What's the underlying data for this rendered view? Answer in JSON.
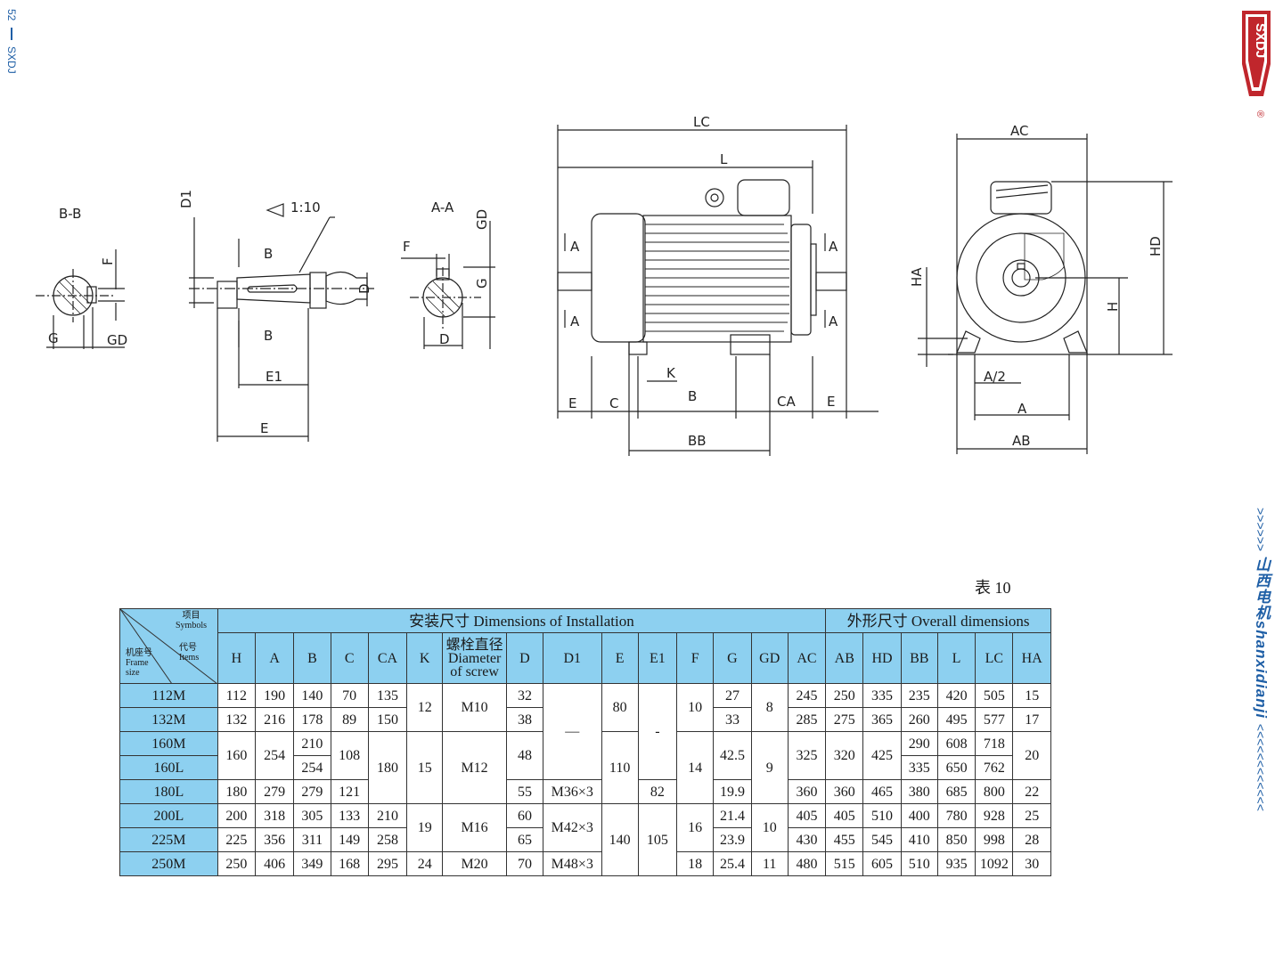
{
  "header": {
    "page_number": "52",
    "brand": "SXDJ"
  },
  "side_text": {
    "arrows_left": ">>>>>>",
    "brand_text": "山西电机shanxidianji",
    "arrows_right": "<<<<<<<<<<<<"
  },
  "logo": {
    "text": "SXDJ",
    "registered": "®",
    "color": "#c0262c"
  },
  "drawing": {
    "labels": {
      "bb_section": "B-B",
      "aa_section": "A-A",
      "taper": "1:10",
      "d1": "D1",
      "f": "F",
      "g": "G",
      "gd": "GD",
      "b": "B",
      "e1": "E1",
      "e": "E",
      "d": "D",
      "lc": "LC",
      "l": "L",
      "a": "A",
      "k": "K",
      "c": "C",
      "bb": "BB",
      "ca": "CA",
      "ac": "AC",
      "hd": "HD",
      "ha": "HA",
      "h": "H",
      "a_half": "A/2",
      "ab": "AB"
    }
  },
  "table": {
    "label": "表 10",
    "corner": {
      "items_cn": "项目",
      "items_en": "Symbols",
      "code_cn": "代号",
      "code_en": "Items",
      "frame_cn": "机座号",
      "frame_en1": "Frame",
      "frame_en2": "size"
    },
    "group_install": "安装尺寸 Dimensions of Installation",
    "group_overall": "外形尺寸 Overall  dimensions",
    "headers": [
      "H",
      "A",
      "B",
      "C",
      "CA",
      "K",
      "螺栓直径 Diameter of screw",
      "D",
      "D1",
      "E",
      "E1",
      "F",
      "G",
      "GD",
      "AC",
      "AB",
      "HD",
      "BB",
      "L",
      "LC",
      "HA"
    ],
    "frames": [
      "112M",
      "132M",
      "160M",
      "160L",
      "180L",
      "200L",
      "225M",
      "250M"
    ],
    "H": [
      "112",
      "132",
      "160",
      "180",
      "200",
      "225",
      "250"
    ],
    "A": [
      "190",
      "216",
      "254",
      "279",
      "318",
      "356",
      "406"
    ],
    "B": [
      "140",
      "178",
      "210",
      "254",
      "279",
      "305",
      "311",
      "349"
    ],
    "C": [
      "70",
      "89",
      "108",
      "121",
      "133",
      "149",
      "168"
    ],
    "CA": [
      "135",
      "150",
      "180",
      "210",
      "258",
      "295"
    ],
    "K": [
      "12",
      "15",
      "19",
      "24"
    ],
    "screw": [
      "M10",
      "M12",
      "M16",
      "M20"
    ],
    "D": [
      "32",
      "38",
      "48",
      "55",
      "60",
      "65",
      "70"
    ],
    "D1": [
      "—",
      "M36×3",
      "M42×3",
      "M48×3"
    ],
    "E": [
      "80",
      "110",
      "140"
    ],
    "E1": [
      "-",
      "82",
      "105"
    ],
    "F": [
      "10",
      "14",
      "16",
      "18"
    ],
    "G": [
      "27",
      "33",
      "42.5",
      "19.9",
      "21.4",
      "23.9",
      "25.4"
    ],
    "GD": [
      "8",
      "9",
      "10",
      "11"
    ],
    "AC": [
      "245",
      "285",
      "325",
      "360",
      "405",
      "430",
      "480"
    ],
    "AB": [
      "250",
      "275",
      "320",
      "360",
      "405",
      "455",
      "515"
    ],
    "HD": [
      "335",
      "365",
      "425",
      "465",
      "510",
      "545",
      "605"
    ],
    "BB": [
      "235",
      "260",
      "290",
      "335",
      "380",
      "400",
      "410",
      "510"
    ],
    "L": [
      "420",
      "495",
      "608",
      "650",
      "685",
      "780",
      "850",
      "935"
    ],
    "LC": [
      "505",
      "577",
      "718",
      "762",
      "800",
      "928",
      "998",
      "1092"
    ],
    "HA": [
      "15",
      "17",
      "20",
      "22",
      "25",
      "28",
      "30"
    ]
  }
}
